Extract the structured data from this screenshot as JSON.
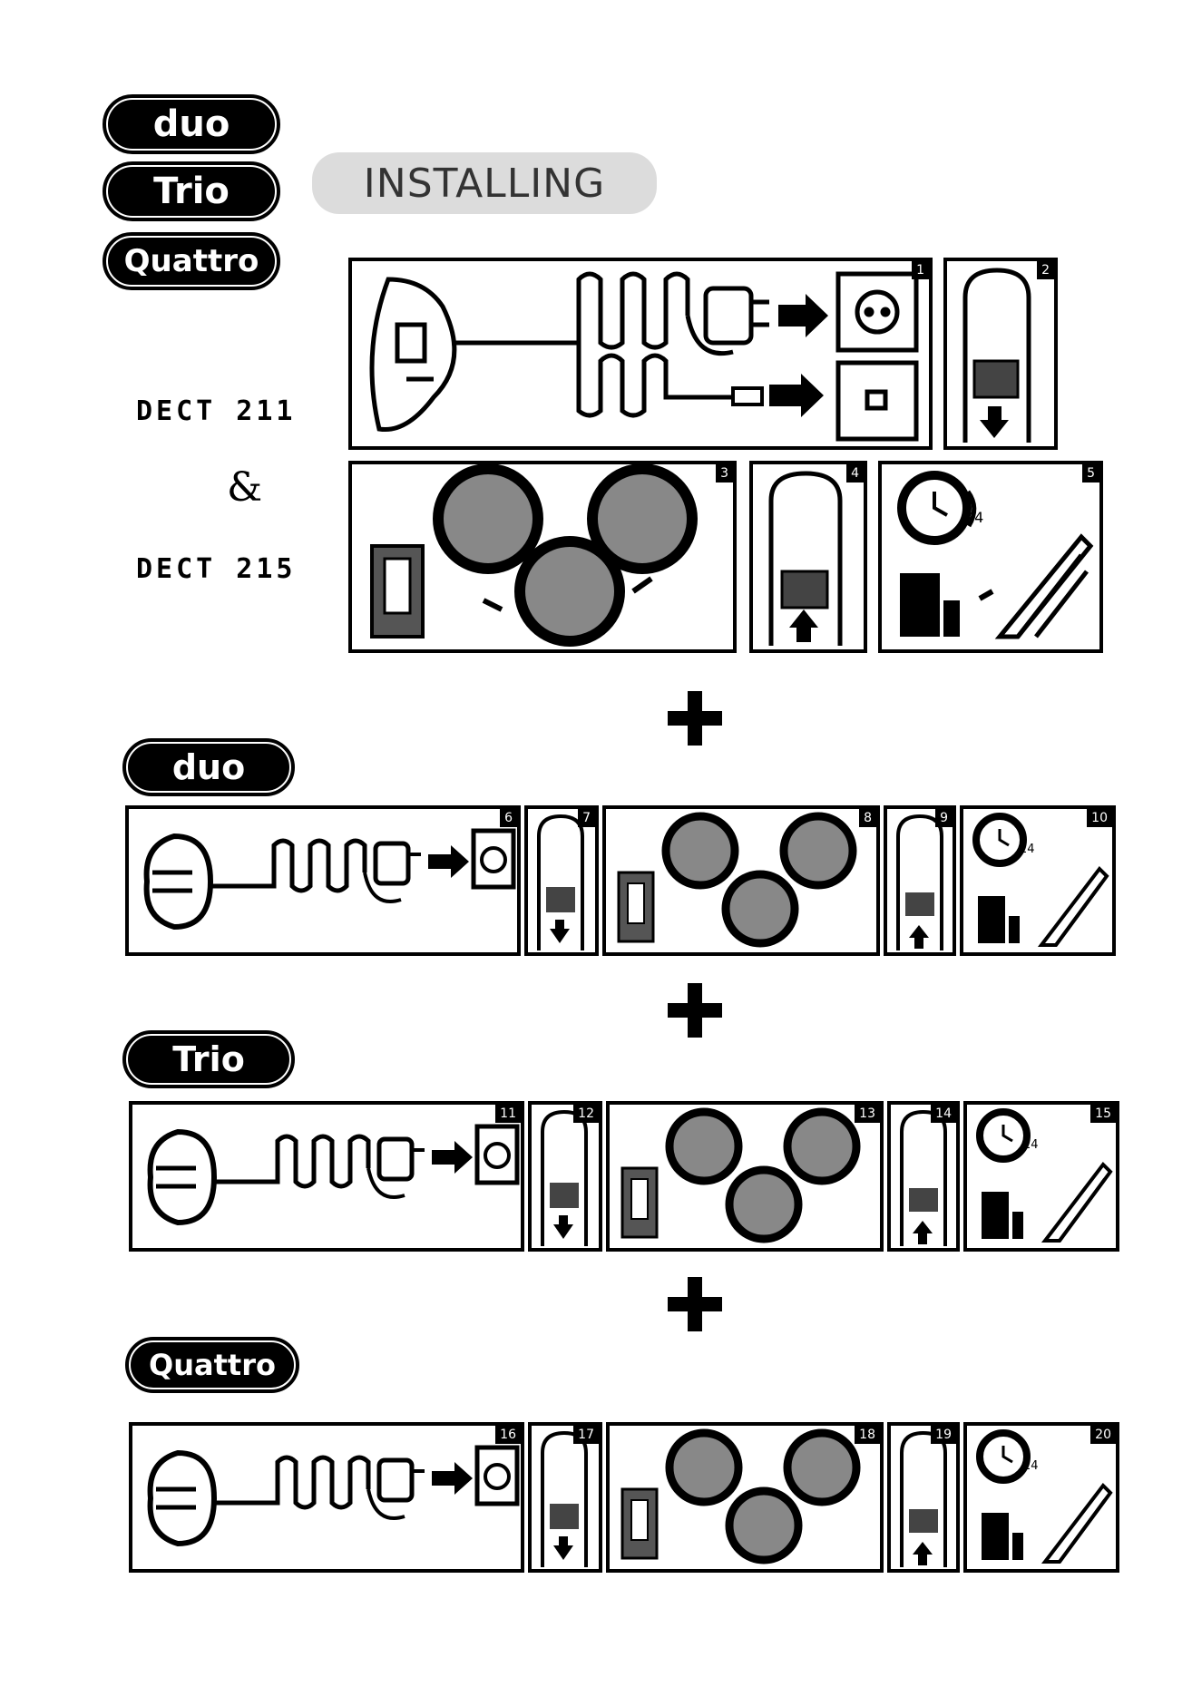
{
  "header": {
    "badges": [
      "duo",
      "Trio",
      "Quattro"
    ],
    "title": "INSTALLING"
  },
  "models": {
    "first": "Dect 211",
    "amp": "&",
    "second": "Dect 215"
  },
  "sections": [
    {
      "badge": "duo",
      "steps": [
        "6",
        "7",
        "8",
        "9",
        "10"
      ]
    },
    {
      "badge": "Trio",
      "steps": [
        "11",
        "12",
        "13",
        "14",
        "15"
      ]
    },
    {
      "badge": "Quattro",
      "steps": [
        "16",
        "17",
        "18",
        "19",
        "20"
      ]
    }
  ],
  "top_steps": [
    "1",
    "2",
    "3",
    "4",
    "5"
  ],
  "clock_label": "24",
  "icons": [
    "base-station-icon",
    "coiled-cord-icon",
    "power-adapter-icon",
    "wall-socket-icon",
    "phone-socket-icon",
    "handset-in-charger-icon",
    "battery-compartment-icon",
    "clock-24h-icon",
    "plus-icon"
  ]
}
